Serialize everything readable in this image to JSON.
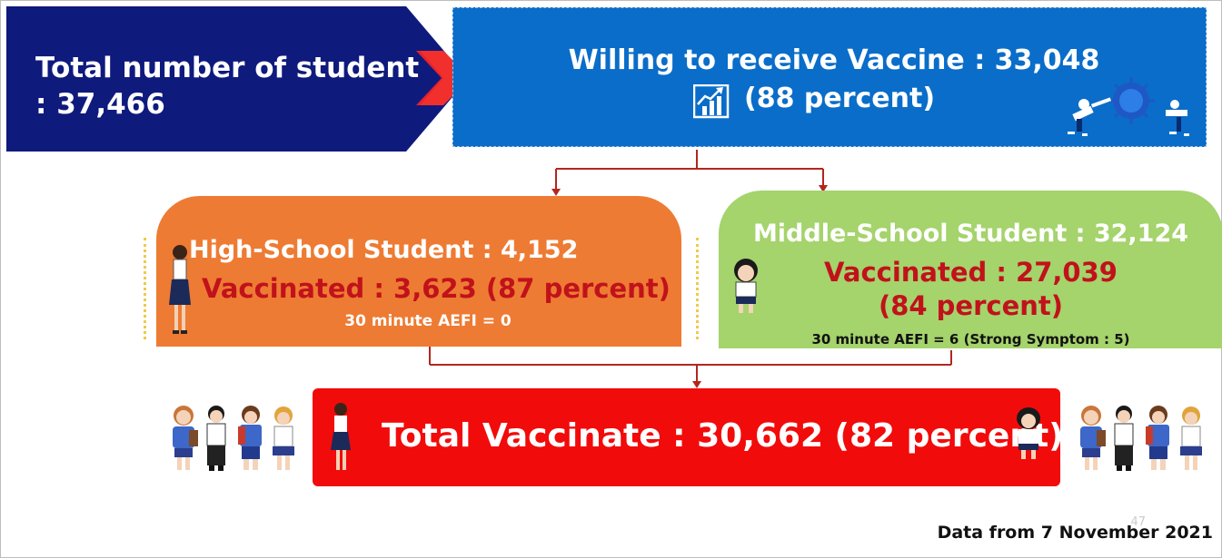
{
  "total_students": {
    "label": "Total number of student",
    "value": ": 37,466"
  },
  "willing": {
    "label": "Willing to receive Vaccine : 33,048",
    "percent": "(88 percent)"
  },
  "high_school": {
    "title": "High-School Student : 4,152",
    "vaccinated": "Vaccinated : 3,623 (87 percent)",
    "aefi": "30 minute AEFI = 0"
  },
  "middle_school": {
    "title": "Middle-School Student : 32,124",
    "vaccinated": "Vaccinated : 27,039",
    "percent": "(84 percent)",
    "aefi": "30 minute AEFI = 6 (Strong Symptom : 5)"
  },
  "total_vaccinated": "Total Vaccinate : 30,662  (82 percent)",
  "footnote": "Data from 7 November 2021",
  "page_number": "47",
  "colors": {
    "navy": "#0f1a7d",
    "blue": "#0a6dc9",
    "orange": "#ee7b33",
    "green": "#a5d36c",
    "red": "#f20b0b",
    "dark_red_text": "#c1121b",
    "connector": "#b3261e"
  },
  "icons": [
    "chevron-arrow-icon",
    "growth-chart-icon",
    "vaccine-illustration-icon",
    "student-girl-icon",
    "student-boy-icon"
  ]
}
